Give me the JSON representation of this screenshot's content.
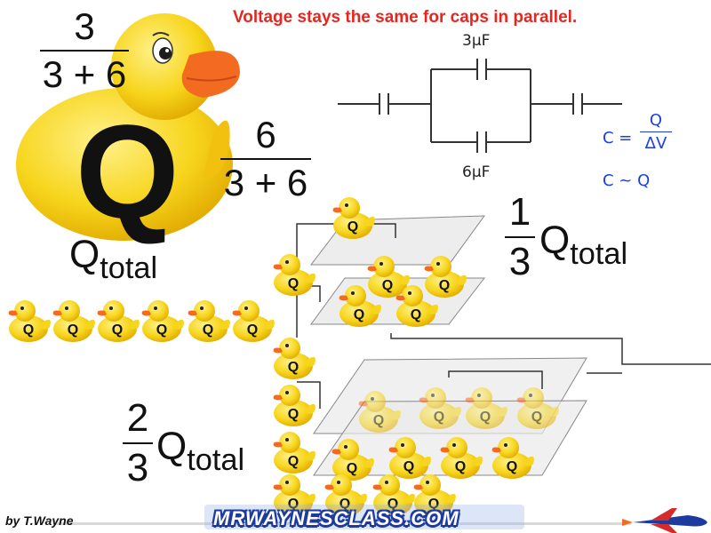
{
  "headline": "Voltage stays the same for caps in parallel.",
  "top_frac_1": {
    "numerator": "3",
    "denominator": "3 + 6"
  },
  "top_frac_2": {
    "numerator": "6",
    "denominator": "3 + 6"
  },
  "big_symbol": "Q",
  "qtotal_left": {
    "base": "Q",
    "sub": "total"
  },
  "circuit": {
    "cap_top_label": "3μF",
    "cap_bottom_label": "6μF"
  },
  "formula": {
    "c_eq": "C =",
    "c_num": "Q",
    "c_den": "ΔV",
    "proportional": "C ~ Q"
  },
  "one_third": {
    "numerator": "1",
    "denominator": "3",
    "base": "Q",
    "sub": "total"
  },
  "two_thirds": {
    "numerator": "2",
    "denominator": "3",
    "base": "Q",
    "sub": "total"
  },
  "duck_label": "Q",
  "byline": "by T.Wayne",
  "brand": "MRWAYNESCLASS.COM",
  "colors": {
    "headline": "#e8261f",
    "duck_body": "#f7d51c",
    "duck_beak": "#f26b21",
    "formula": "#1a3fe0",
    "brand_outline": "#1d3a9e"
  }
}
